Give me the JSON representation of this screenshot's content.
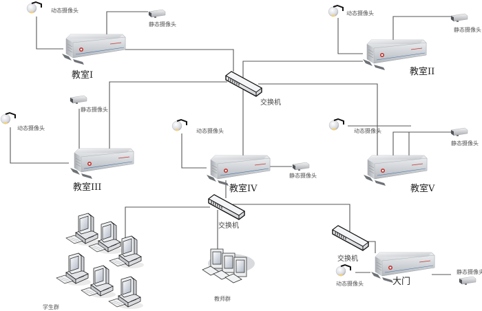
{
  "diagram": {
    "title": "",
    "labels": {
      "dynamic_camera": "动态摄像头",
      "static_camera": "静态摄像头",
      "switch": "交换机",
      "student_group": "学生群",
      "teacher_group": "教师群"
    },
    "nodes": {
      "room1": {
        "label": "教室I"
      },
      "room2": {
        "label": "教室II"
      },
      "room3": {
        "label": "教室III"
      },
      "room4": {
        "label": "教室IV"
      },
      "room5": {
        "label": "教室V"
      },
      "gate": {
        "label": "大门"
      },
      "switch_top": {
        "label": "交换机"
      },
      "switch_mid": {
        "label": "交换机"
      },
      "switch_gate": {
        "label": "交换机"
      }
    },
    "edges": [
      [
        "room1",
        "switch_top"
      ],
      [
        "room2",
        "switch_top"
      ],
      [
        "room3",
        "switch_top"
      ],
      [
        "room4",
        "switch_top"
      ],
      [
        "room5",
        "switch_top"
      ],
      [
        "room4",
        "switch_mid"
      ],
      [
        "switch_mid",
        "student_group"
      ],
      [
        "switch_mid",
        "teacher_group"
      ],
      [
        "switch_mid",
        "switch_gate"
      ],
      [
        "switch_gate",
        "gate"
      ]
    ],
    "colors": {
      "line": "#555555",
      "device_body": "#c9ccd0",
      "device_logo": "#c0302a",
      "device_stripe": "#3a6fa8"
    }
  }
}
